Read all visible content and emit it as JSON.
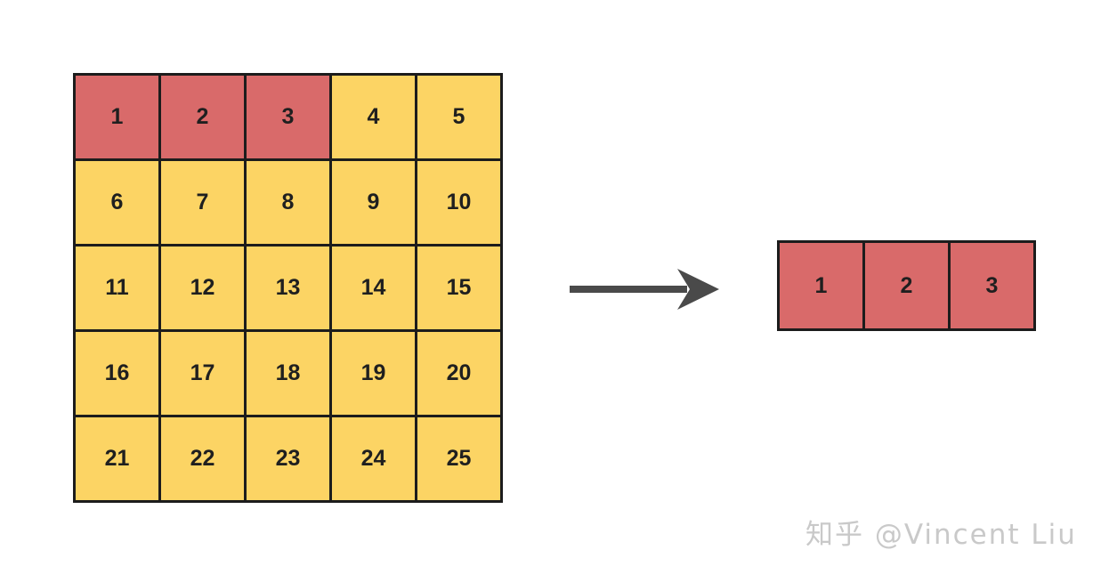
{
  "diagram": {
    "big_grid": {
      "rows": 5,
      "cols": 5,
      "values": [
        "1",
        "2",
        "3",
        "4",
        "5",
        "6",
        "7",
        "8",
        "9",
        "10",
        "11",
        "12",
        "13",
        "14",
        "15",
        "16",
        "17",
        "18",
        "19",
        "20",
        "21",
        "22",
        "23",
        "24",
        "25"
      ],
      "highlighted_values": [
        "1",
        "2",
        "3"
      ]
    },
    "small_grid": {
      "rows": 1,
      "cols": 3,
      "values": [
        "1",
        "2",
        "3"
      ],
      "highlighted_values": [
        "1",
        "2",
        "3"
      ]
    },
    "arrow": {
      "direction": "right"
    }
  },
  "watermark": {
    "text": "知乎 @Vincent Liu"
  },
  "colors": {
    "background": "#ffffff",
    "highlight_cell": "#d96a6a",
    "normal_cell": "#fcd464",
    "grid_border": "#1c1c1c",
    "arrow": "#4a4a4a",
    "watermark": "#c9c9c9",
    "cell_text": "#1f1f1f"
  }
}
